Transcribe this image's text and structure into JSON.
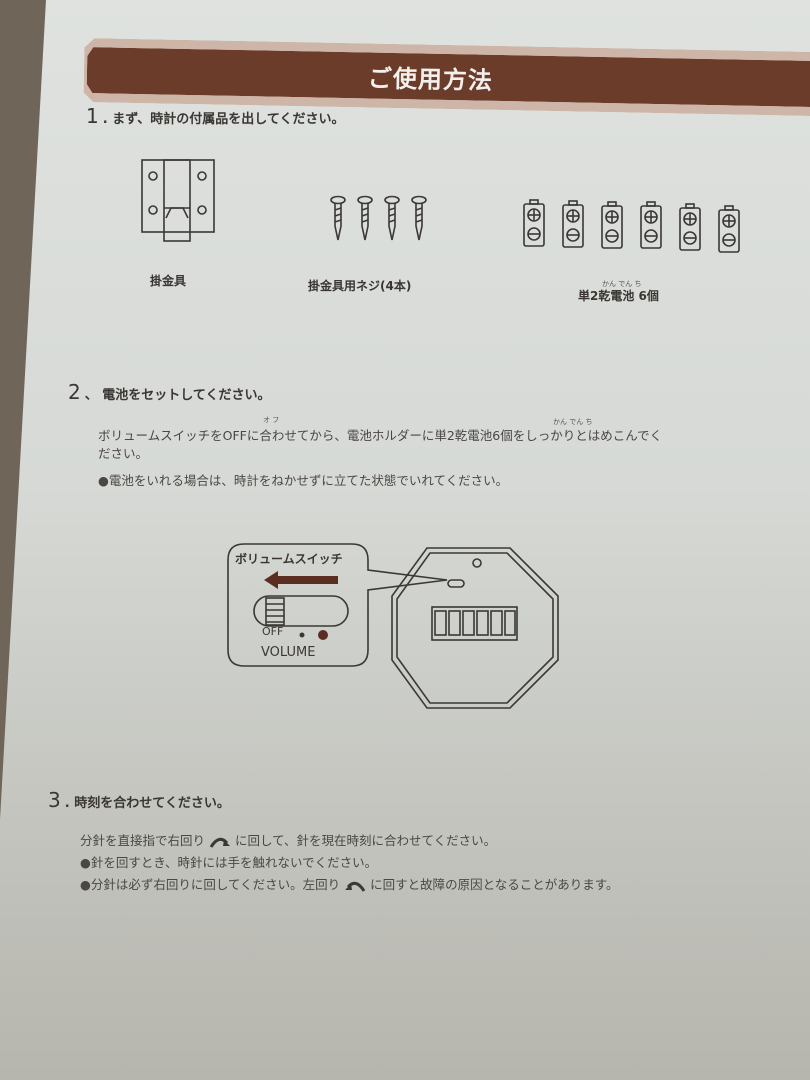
{
  "document": {
    "title": "ご使用方法",
    "colors": {
      "banner": "#6b3c29",
      "paper": "#dcdfdb",
      "text": "#3a3633"
    }
  },
  "step1": {
    "number": "1",
    "heading": "まず、時計の付属品を出してください。",
    "items": [
      {
        "icon": "wall-hanger-icon",
        "label": "掛金具"
      },
      {
        "icon": "screws-icon",
        "label": "掛金具用ネジ(4本)",
        "count": 4
      },
      {
        "icon": "batteries-icon",
        "label": "単2乾電池 6個",
        "ruby": "かん でん ち",
        "count": 6
      }
    ]
  },
  "step2": {
    "number": "2",
    "heading": "電池をセットしてください。",
    "line1": "ボリュームスイッチをOFFに合わせてから、電池ホルダーに単2乾電池6個をしっかりとはめこんでく",
    "line1_ruby_off": "オ フ",
    "line1_ruby_battery": "かん でん ち",
    "line2": "ださい。",
    "note": "●電池をいれる場合は、時計をねかせずに立てた状態でいれてください。",
    "diagram": {
      "callout_title": "ボリュームスイッチ",
      "switch_off_label": "OFF",
      "switch_label": "VOLUME"
    }
  },
  "step3": {
    "number": "3",
    "heading": "時刻を合わせてください。",
    "line1_a": "分針を直接指で右回り",
    "line1_b": "に回して、針を現在時刻に合わせてください。",
    "note1": "●針を回すとき、時針には手を触れないでください。",
    "note2_a": "●分針は必ず右回りに回してください。左回り",
    "note2_b": "に回すと故障の原因となることがあります。"
  }
}
